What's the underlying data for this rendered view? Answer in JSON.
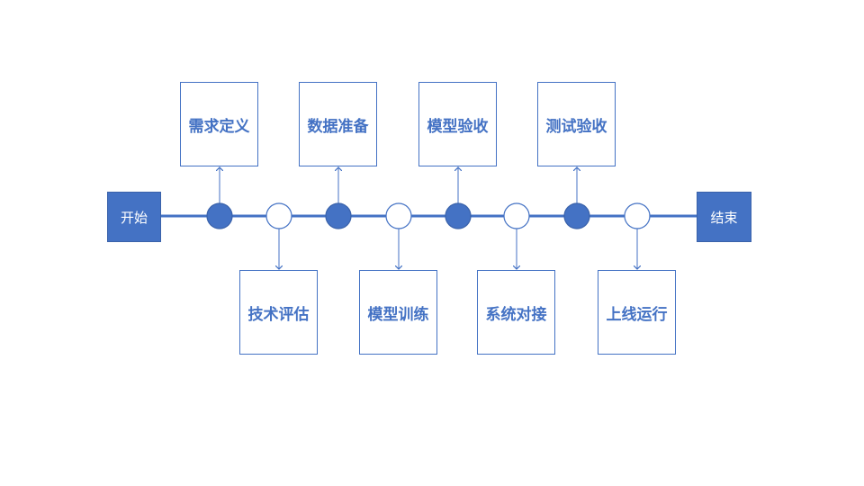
{
  "colors": {
    "accent": "#4472C4",
    "node_open": "#ffffff",
    "background": "#ffffff"
  },
  "start_label": "开始",
  "end_label": "结束",
  "steps": [
    {
      "label": "需求定义",
      "node": "filled",
      "side": "top"
    },
    {
      "label": "技术评估",
      "node": "open",
      "side": "bottom"
    },
    {
      "label": "数据准备",
      "node": "filled",
      "side": "top"
    },
    {
      "label": "模型训练",
      "node": "open",
      "side": "bottom"
    },
    {
      "label": "模型验收",
      "node": "filled",
      "side": "top"
    },
    {
      "label": "系统对接",
      "node": "open",
      "side": "bottom"
    },
    {
      "label": "测试验收",
      "node": "filled",
      "side": "top"
    },
    {
      "label": "上线运行",
      "node": "open",
      "side": "bottom"
    }
  ]
}
